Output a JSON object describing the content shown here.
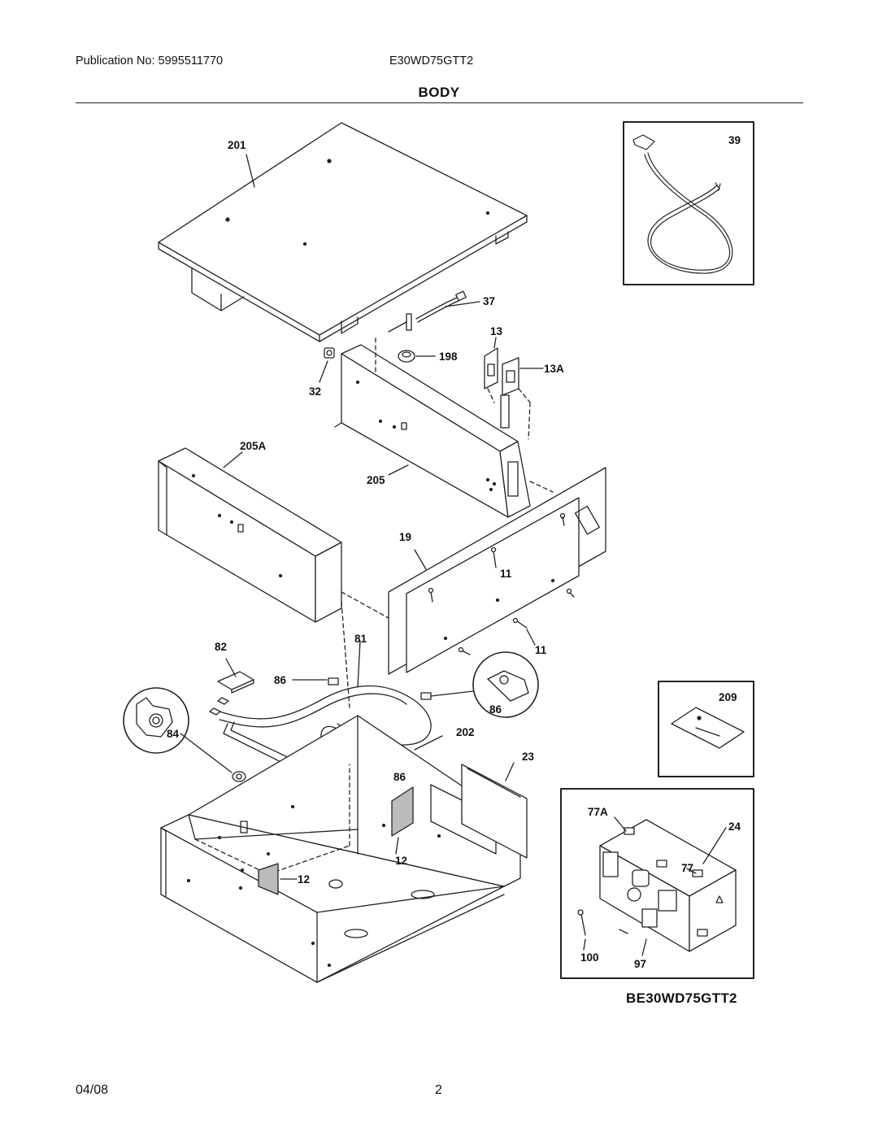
{
  "header": {
    "publication": "Publication No: 5995511770",
    "model": "E30WD75GTT2"
  },
  "title": "BODY",
  "callouts": {
    "c201": "201",
    "c39": "39",
    "c37": "37",
    "c13": "13",
    "c198": "198",
    "c13A": "13A",
    "c32": "32",
    "c205A": "205A",
    "c205": "205",
    "c19": "19",
    "c11a": "11",
    "c11b": "11",
    "c82": "82",
    "c81": "81",
    "c86a": "86",
    "c86b": "86",
    "c86c": "86",
    "c84": "84",
    "c209": "209",
    "c202": "202",
    "c23": "23",
    "c77A": "77A",
    "c24": "24",
    "c77": "77",
    "c12a": "12",
    "c12b": "12",
    "c100": "100",
    "c97": "97"
  },
  "model_tag": "BE30WD75GTT2",
  "footer": {
    "date": "04/08",
    "page": "2"
  }
}
